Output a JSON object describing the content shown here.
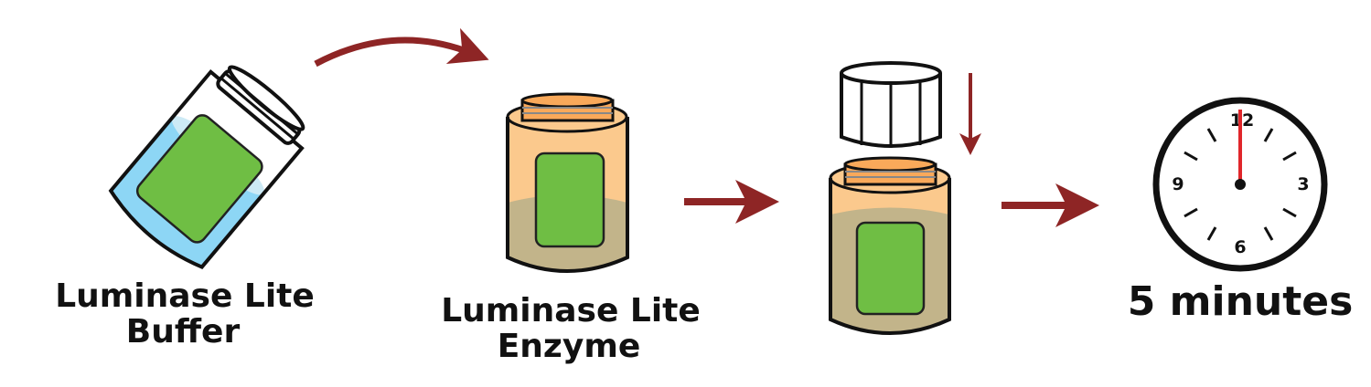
{
  "steps": [
    {
      "label_line1": "Luminase Lite",
      "label_line2": "Buffer"
    },
    {
      "label_line1": "Luminase Lite",
      "label_line2": "Enzyme"
    },
    {
      "label_line1": "",
      "label_line2": ""
    },
    {
      "label_line1": "5 minutes"
    }
  ],
  "clock": {
    "n12": "12",
    "n3": "3",
    "n6": "6",
    "n9": "9"
  },
  "colors": {
    "arrow": "#8e2525",
    "buffer_liquid": "#8dd6f5",
    "buffer_highlight": "#cdeaf5",
    "label_green": "#6fbe44",
    "enzyme_orange": "#fbc98d",
    "enzyme_top": "#f9a95a",
    "mixed_tan": "#c2b48a",
    "clock_hand": "#e0262a"
  }
}
